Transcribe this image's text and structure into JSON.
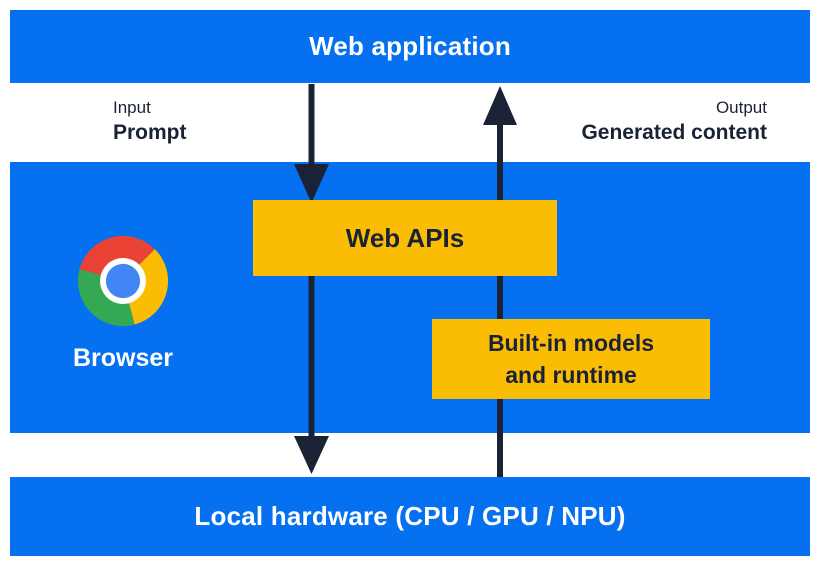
{
  "colors": {
    "blue": "#0570f0",
    "yellow": "#fbbc04",
    "dark": "#1a2336",
    "white": "#ffffff",
    "chrome_red": "#ea4335",
    "chrome_yellow": "#fbbc04",
    "chrome_green": "#34a853",
    "chrome_blue": "#4285f4"
  },
  "top_bar": {
    "label": "Web application"
  },
  "flow_labels": {
    "input_title": "Input",
    "input_value": "Prompt",
    "output_title": "Output",
    "output_value": "Generated content"
  },
  "browser_section": {
    "label": "Browser",
    "logo": "chrome-logo"
  },
  "boxes": {
    "web_apis": "Web APIs",
    "builtin_line1": "Built-in models",
    "builtin_line2": "and runtime"
  },
  "bottom_bar": {
    "label": "Local hardware (CPU / GPU / NPU)"
  },
  "arrows": [
    {
      "name": "input-arrow-top",
      "direction": "down",
      "from": "Web application",
      "to": "Web APIs"
    },
    {
      "name": "input-arrow-bottom",
      "direction": "down",
      "from": "Web APIs",
      "to": "Local hardware (CPU / GPU / NPU)"
    },
    {
      "name": "output-arrow",
      "direction": "up",
      "from": "Local hardware (CPU / GPU / NPU)",
      "to": "Web application"
    }
  ]
}
